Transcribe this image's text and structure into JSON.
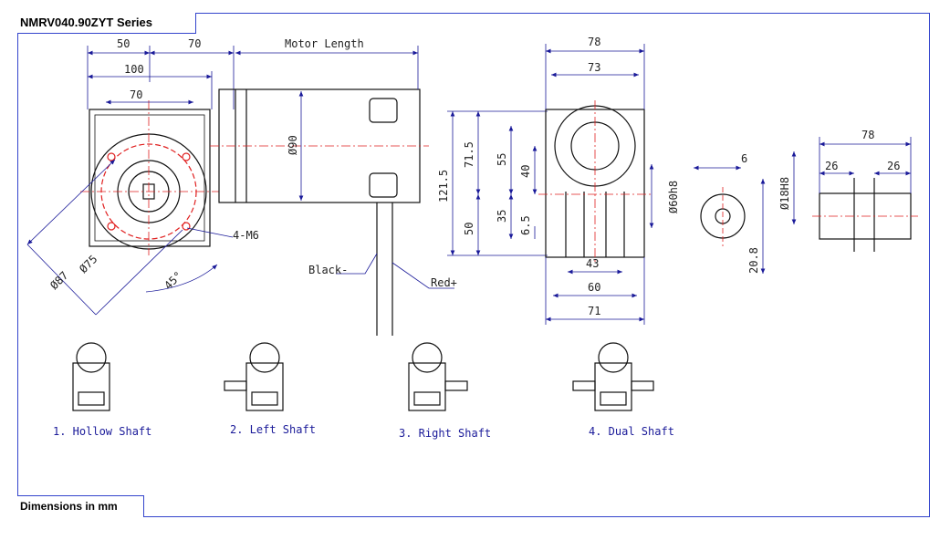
{
  "header": {
    "series_title": "NMRV040.90ZYT Series"
  },
  "footer": {
    "units_note": "Dimensions in mm"
  },
  "front_view": {
    "dims": {
      "top_left": "50",
      "top_right": "70",
      "overall": "100",
      "inner": "70",
      "bolt": "4-M6",
      "pcd_small": "Ø75",
      "pcd_large": "Ø87",
      "angle": "45°"
    }
  },
  "motor_view": {
    "dims": {
      "length": "Motor Length",
      "diameter": "Ø90",
      "height_total": "121.5",
      "height_upper": "71.5",
      "height_lower": "50"
    },
    "wires": {
      "black": "Black-",
      "red": "Red+"
    }
  },
  "side_view": {
    "dims": {
      "width_78": "78",
      "width_73": "73",
      "h55": "55",
      "h40": "40",
      "h35": "35",
      "h6_5": "6.5",
      "flange": "Ø60h8",
      "w43": "43",
      "w60": "60",
      "w71": "71"
    }
  },
  "shaft_view": {
    "dims": {
      "key": "6",
      "bore": "Ø18H8",
      "depth": "20.8",
      "len": "78",
      "left": "26",
      "right": "26"
    }
  },
  "variants": [
    {
      "label": "1. Hollow Shaft"
    },
    {
      "label": "2. Left Shaft"
    },
    {
      "label": "3. Right Shaft"
    },
    {
      "label": "4. Dual Shaft"
    }
  ],
  "colors": {
    "frame": "#3344cc",
    "dimension": "#1a1a99",
    "centerline": "#e02020",
    "outline": "#111111"
  }
}
